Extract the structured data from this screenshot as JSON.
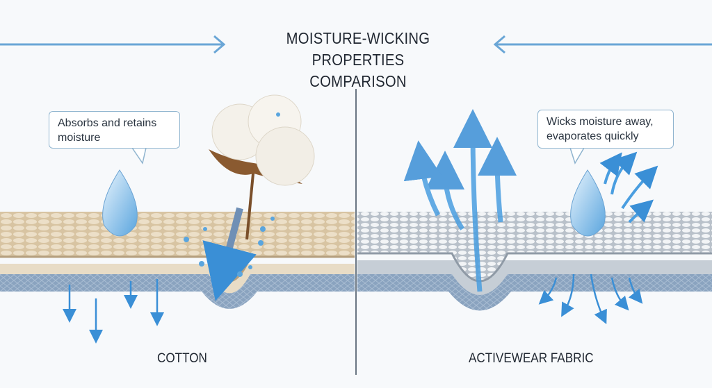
{
  "title": {
    "line1": "MOISTURE-WICKING PROPERTIES",
    "line2": "COMPARISON"
  },
  "left": {
    "callout": "Absorbs and retains moisture",
    "label": "COTTON"
  },
  "right": {
    "callout": "Wicks moisture away, evaporates quickly",
    "label": "ACTIVEWEAR FABRIC"
  },
  "colors": {
    "accent": "#5b9fd6",
    "cotton": "#d9c6a6",
    "synthetic": "#d6dbe0",
    "base_layer": "#7f9ab8"
  }
}
